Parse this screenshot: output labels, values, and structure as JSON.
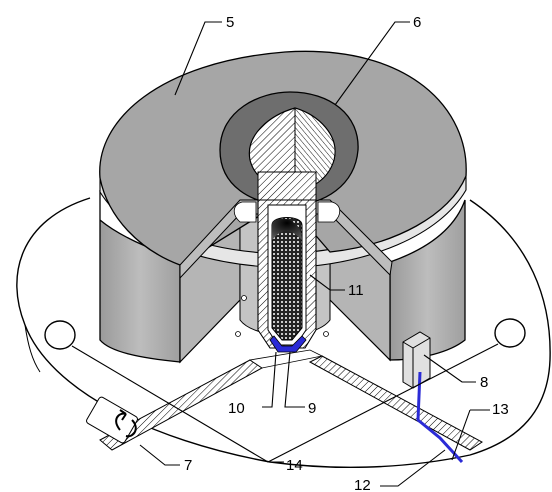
{
  "figure": {
    "labels": {
      "l5": "5",
      "l6": "6",
      "l7": "7",
      "l8": "8",
      "l9": "9",
      "l10": "10",
      "l11": "11",
      "l12": "12",
      "l13": "13",
      "l14": "14"
    }
  },
  "colors": {
    "gray_top": "#a6a6a6",
    "gray_side": "#b3b3b3",
    "gray_dark": "#6e6e6e",
    "highlight": "#e8e8e8",
    "blue": "#2b2bd6",
    "outline": "#000000"
  }
}
